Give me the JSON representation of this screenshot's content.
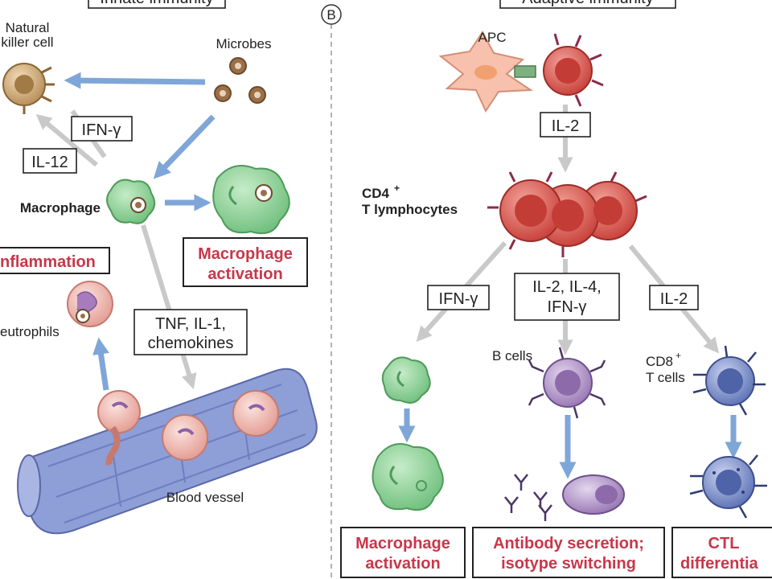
{
  "panel_a": {
    "header": "Innate immunity",
    "natural_killer_line1": "Natural",
    "natural_killer_line2": "killer cell",
    "microbes": "Microbes",
    "ifn_gamma": "IFN-γ",
    "il12": "IL-12",
    "macrophage": "Macrophage",
    "macrophage_activation_line1": "Macrophage",
    "macrophage_activation_line2": "activation",
    "inflammation": "nflammation",
    "neutrophils": "eutrophils",
    "cytokines_line1": "TNF, IL-1,",
    "cytokines_line2": "chemokines",
    "blood_vessel": "Blood vessel"
  },
  "panel_b": {
    "marker": "B",
    "header": "Adaptive immunity",
    "apc": "APC",
    "il2_top": "IL-2",
    "cd4_line1": "CD4",
    "cd4_sup": "+",
    "cd4_line2": "T lymphocytes",
    "ifn_gamma": "IFN-γ",
    "mid_box_line1": "IL-2,  IL-4,",
    "mid_box_line2": "IFN-γ",
    "il2_right": "IL-2",
    "b_cells": "B cells",
    "cd8_line1": "CD8",
    "cd8_sup": "+",
    "cd8_line2": "T cells",
    "out1_line1": "Macrophage",
    "out1_line2": "activation",
    "out2_line1": "Antibody secretion;",
    "out2_line2": "isotype switching",
    "out3_line1": "CTL",
    "out3_line2": "differentia"
  },
  "colors": {
    "accent_red": "#c8374a",
    "arrow_blue": "#7fa6d8",
    "arrow_gray": "#c9c9c9",
    "macrophage_green": "#8fd19a",
    "t_cell_red": "#d9534f",
    "b_cell_purple": "#a989c0",
    "cd8_blue": "#6f86c6",
    "vessel_blue": "#8e9ed6"
  }
}
